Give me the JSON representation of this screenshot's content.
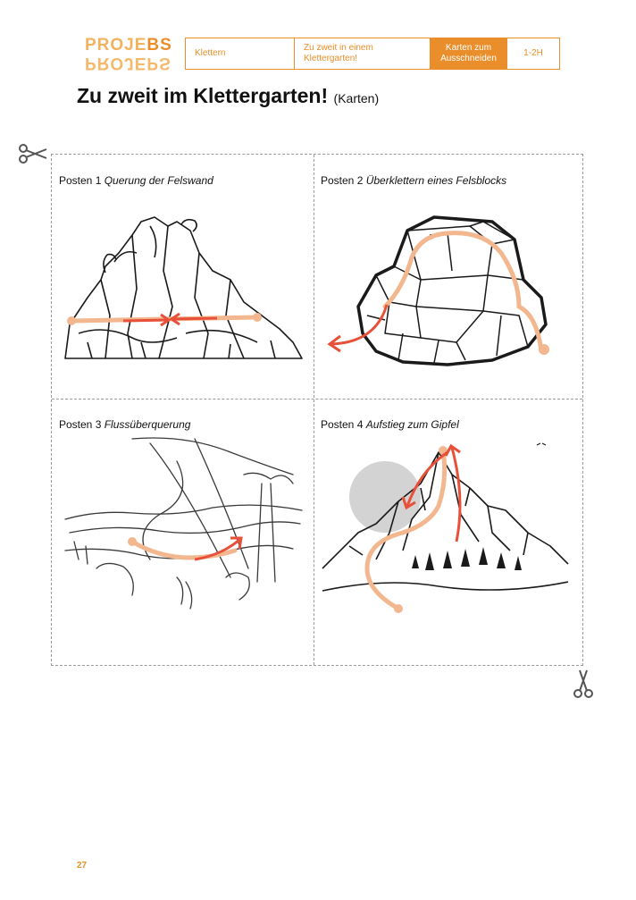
{
  "logo": {
    "top_a": "PROJE",
    "top_b": "BS",
    "bottom": "PROJEPS"
  },
  "header": {
    "subject": "Klettern",
    "unit": "Zu zweit in einem Klettergarten!",
    "type": "Karten zum Ausschneiden",
    "level": "1-2H"
  },
  "title": {
    "main": "Zu zweit im Klettergarten!",
    "sub": "(Karten)"
  },
  "cards": [
    {
      "prefix": "Posten 1",
      "name": "Querung der Felswand"
    },
    {
      "prefix": "Posten 2",
      "name": "Überklettern eines Felsblocks"
    },
    {
      "prefix": "Posten 3",
      "name": "Flussüberquerung"
    },
    {
      "prefix": "Posten 4",
      "name": "Aufstieg zum Gipfel"
    }
  ],
  "icons": {
    "scissors_top": "scissors-icon",
    "scissors_bottom": "scissors-icon"
  },
  "colors": {
    "accent": "#e98e2a",
    "route_light": "#f2b78f",
    "route_dark": "#e8503a"
  },
  "page_number": "27"
}
